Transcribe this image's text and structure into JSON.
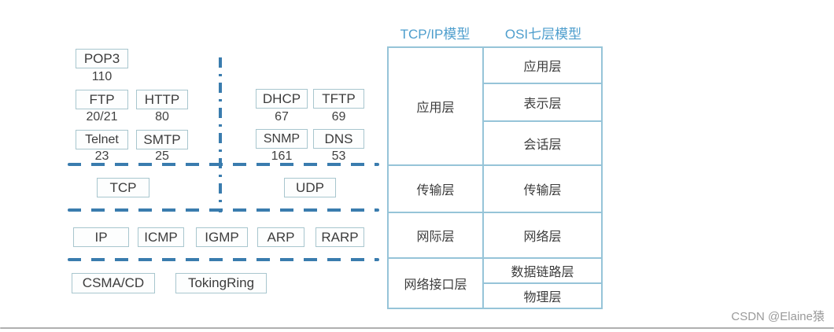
{
  "page": {
    "watermark": "CSDN @Elaine猿"
  },
  "stack": {
    "app_left": [
      {
        "name": "POP3",
        "port": "110"
      },
      {
        "name": "FTP",
        "port": "20/21"
      },
      {
        "name": "HTTP",
        "port": "80"
      },
      {
        "name": "Telnet",
        "port": "23"
      },
      {
        "name": "SMTP",
        "port": "25"
      }
    ],
    "app_right": [
      {
        "name": "DHCP",
        "port": "67"
      },
      {
        "name": "TFTP",
        "port": "69"
      },
      {
        "name": "SNMP",
        "port": "161"
      },
      {
        "name": "DNS",
        "port": "53"
      }
    ],
    "transport": [
      {
        "name": "TCP"
      },
      {
        "name": "UDP"
      }
    ],
    "network": [
      {
        "name": "IP"
      },
      {
        "name": "ICMP"
      },
      {
        "name": "IGMP"
      },
      {
        "name": "ARP"
      },
      {
        "name": "RARP"
      }
    ],
    "link": [
      {
        "name": "CSMA/CD"
      },
      {
        "name": "TokingRing"
      }
    ]
  },
  "models": {
    "headers": [
      "TCP/IP模型",
      "OSI七层模型"
    ],
    "tcpip": [
      "应用层",
      "传输层",
      "网际层",
      "网络接口层"
    ],
    "osi": [
      "应用层",
      "表示层",
      "会话层",
      "传输层",
      "网络层",
      "数据链路层",
      "物理层"
    ]
  },
  "colors": {
    "dash_blue": "#3a7cae",
    "box_border": "#a8c6ce",
    "table_border": "#96c4d8",
    "header_blue": "#4e9ecd",
    "text_dark": "#3c3c3c",
    "watermark_gray": "#9a9a9a"
  }
}
